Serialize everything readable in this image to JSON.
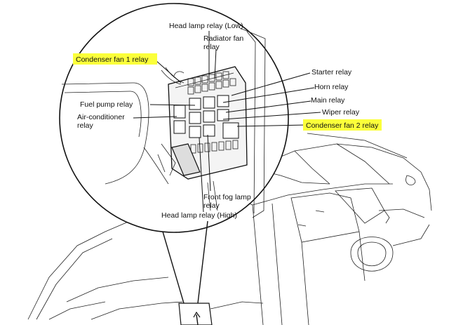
{
  "labels": {
    "head_lamp_relay_low": "Head lamp relay (Low)",
    "radiator_fan_relay_line1": "Radiator fan",
    "radiator_fan_relay_line2": "relay",
    "condenser_fan_1_relay": "Condenser fan 1 relay",
    "starter_relay": "Starter relay",
    "horn_relay": "Horn relay",
    "main_relay": "Main relay",
    "wiper_relay": "Wiper relay",
    "condenser_fan_2_relay": "Condenser fan 2 relay",
    "fuel_pump_relay": "Fuel pump relay",
    "air_conditioner_relay_line1": "Air-conditioner",
    "air_conditioner_relay_line2": "relay",
    "front_fog_lamp_relay_line1": "Front fog lamp",
    "front_fog_lamp_relay_line2": "relay",
    "head_lamp_relay_high": "Head lamp relay (High)"
  },
  "colors": {
    "highlight": "#fbff3a",
    "line": "#111111"
  }
}
